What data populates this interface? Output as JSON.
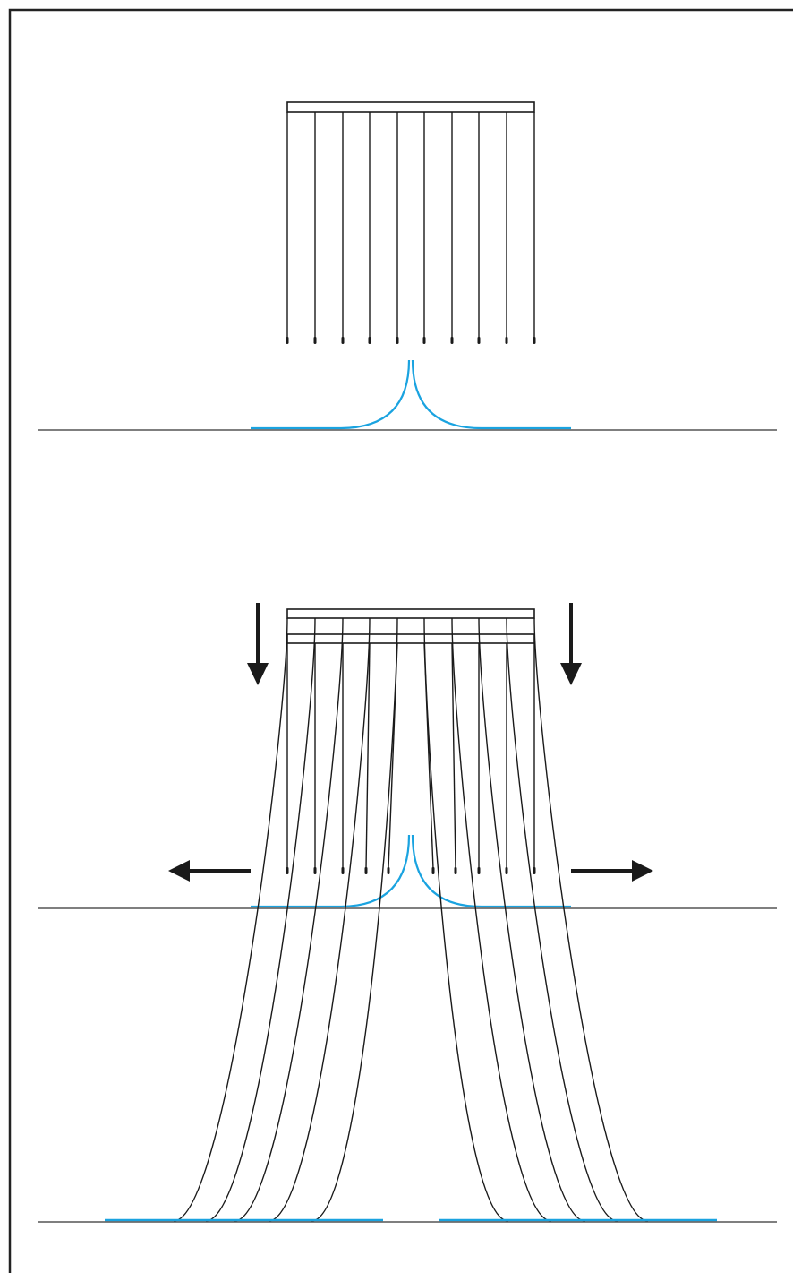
{
  "figure": {
    "panels": [
      {
        "id": "panel-1",
        "state": "hanging",
        "strip_count": 10,
        "arrows": "none"
      },
      {
        "id": "panel-2",
        "state": "pressed-down-spreading",
        "strip_count": 10,
        "arrows": "down-and-outward"
      },
      {
        "id": "panel-3",
        "state": "fanned-out",
        "strip_count": 10,
        "arrows": "none"
      }
    ],
    "colors": {
      "line": "#1a1a1a",
      "accent": "#1aa3e0",
      "ground": "#555555",
      "frame": "#222222",
      "arrow": "#1a1a1a"
    }
  }
}
